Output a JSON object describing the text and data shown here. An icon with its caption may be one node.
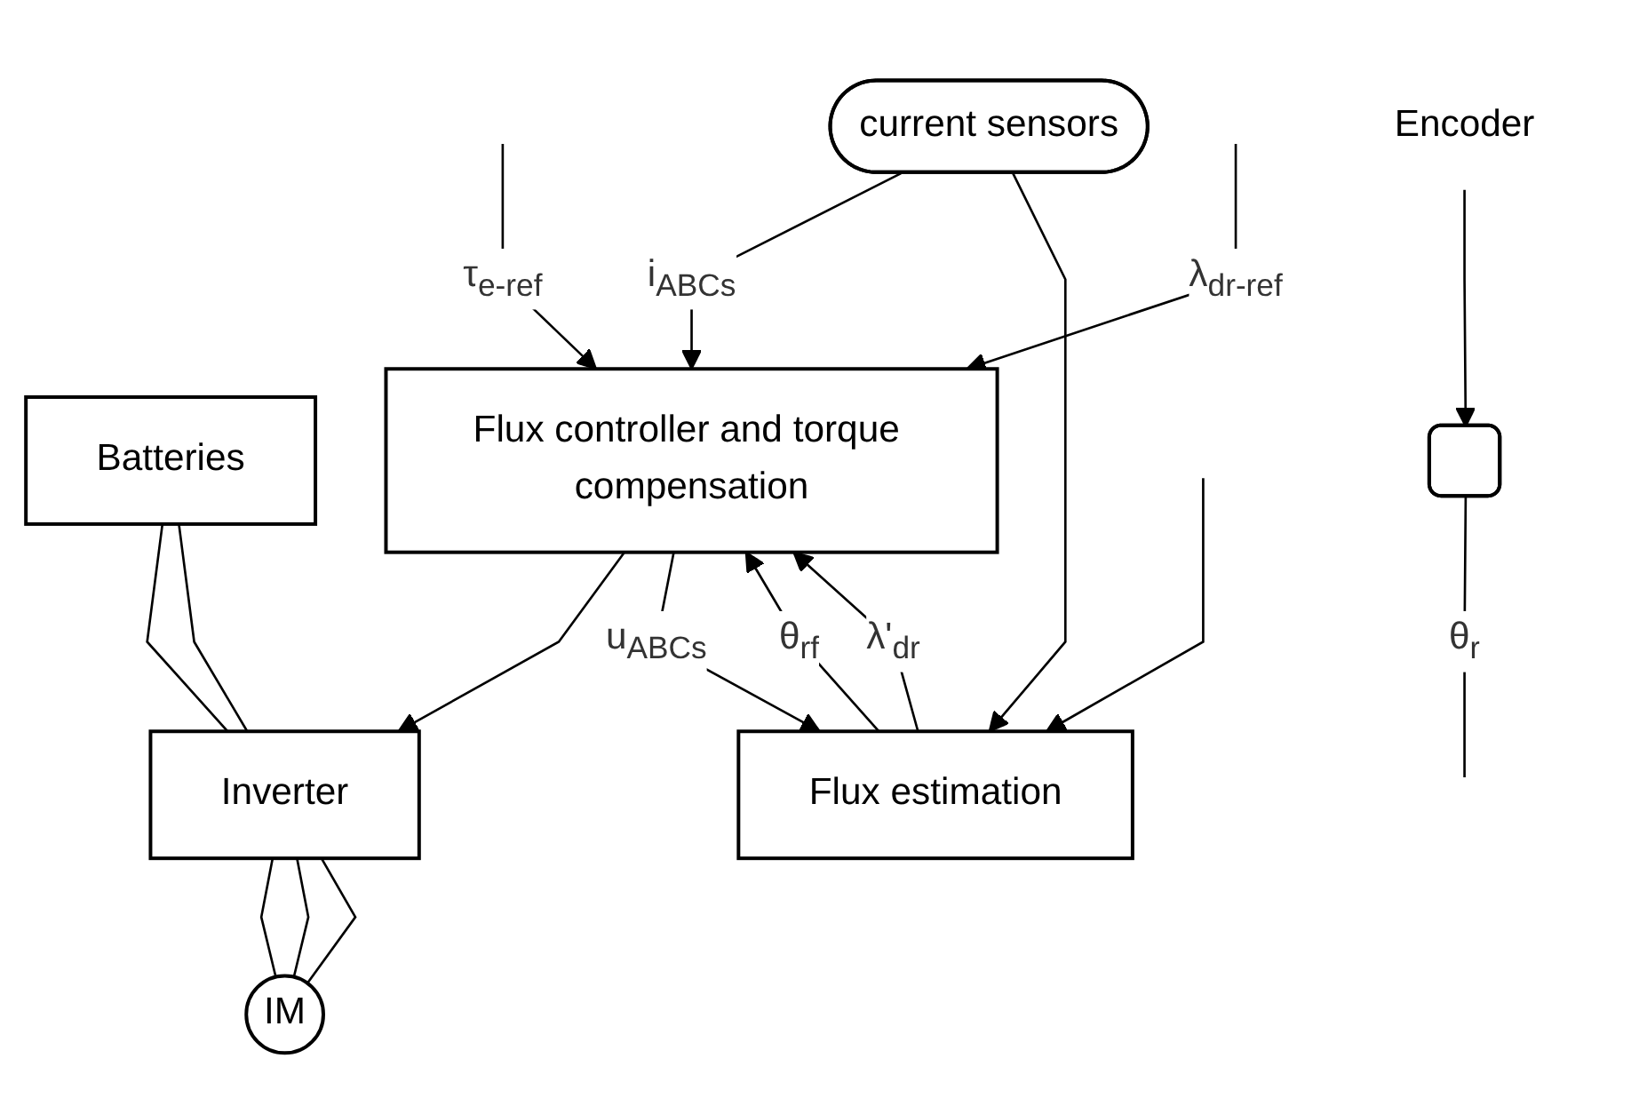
{
  "diagram": {
    "nodes": [
      {
        "text": [
          "Batteries"
        ]
      },
      {
        "text": [
          "Inverter"
        ]
      },
      {
        "text": [
          "current sensors"
        ]
      },
      {
        "text": [
          "IM"
        ]
      },
      {
        "text": [
          "Encoder"
        ]
      },
      {
        "text": [],
        "shape": "arc"
      },
      {
        "text": [
          "Flux controller and torque compensation"
        ]
      },
      {
        "text": [
          "Flux estimation"
        ]
      }
    ],
    "edges": [
      {
        "from": 0,
        "to": 1,
        "arrow": "none"
      },
      {
        "from": 0,
        "to": 1,
        "arrow": "none"
      },
      {
        "from": 1,
        "to": 3,
        "arrow": "none"
      },
      {
        "from": 1,
        "to": 3,
        "arrow": "none"
      },
      {
        "from": 1,
        "to": 3,
        "arrow": "none"
      },
      {
        "from": 4,
        "to": 5,
        "arrow": "to"
      },
      {
        "from": 5,
        "to": null,
        "arrow": "none",
        "label": "θ$_{r}$"
      },
      {
        "from": 6,
        "to": 1,
        "arrow": "to"
      },
      {
        "from": null,
        "to": 6,
        "arrow": "to",
        "label": "τ$_{e-ref}$"
      },
      {
        "from": null,
        "to": 6,
        "arrow": "to",
        "label": "λ$_{dr-ref}$"
      },
      {
        "from": 6,
        "to": 7,
        "arrow": "to",
        "label": "u$_{ABCs}$"
      },
      {
        "from": 2,
        "to": 6,
        "arrow": "to",
        "label": "i$_{ABCs}$"
      },
      {
        "from": 2,
        "to": 7,
        "arrow": "to"
      },
      {
        "from": 7,
        "to": 6,
        "arrow": "to",
        "label": "θ$_{rf}$"
      },
      {
        "from": 7,
        "to": 6,
        "arrow": "to",
        "label": "λ'$_{dr}$"
      },
      {
        "from": null,
        "to": 7,
        "arrow": "to"
      }
    ]
  }
}
